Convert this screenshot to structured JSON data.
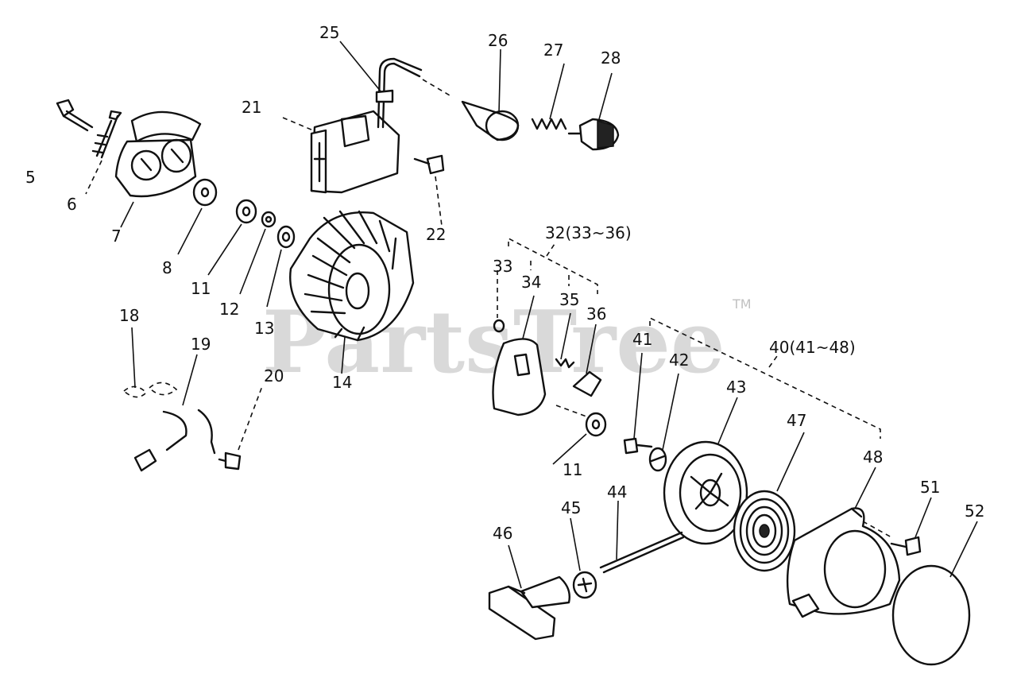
{
  "watermark": {
    "text": "PartsTree",
    "trademark": "TM"
  },
  "labels": {
    "p5": "5",
    "p6": "6",
    "p7": "7",
    "p8": "8",
    "p11a": "11",
    "p11b": "11",
    "p12": "12",
    "p13": "13",
    "p14": "14",
    "p18": "18",
    "p19": "19",
    "p20": "20",
    "p21": "21",
    "p22": "22",
    "p25": "25",
    "p26": "26",
    "p27": "27",
    "p28": "28",
    "p32": "32(33~36)",
    "p33": "33",
    "p34": "34",
    "p35": "35",
    "p36": "36",
    "p40": "40(41~48)",
    "p41": "41",
    "p42": "42",
    "p43": "43",
    "p44": "44",
    "p45": "45",
    "p46": "46",
    "p47": "47",
    "p48": "48",
    "p51": "51",
    "p52": "52"
  }
}
